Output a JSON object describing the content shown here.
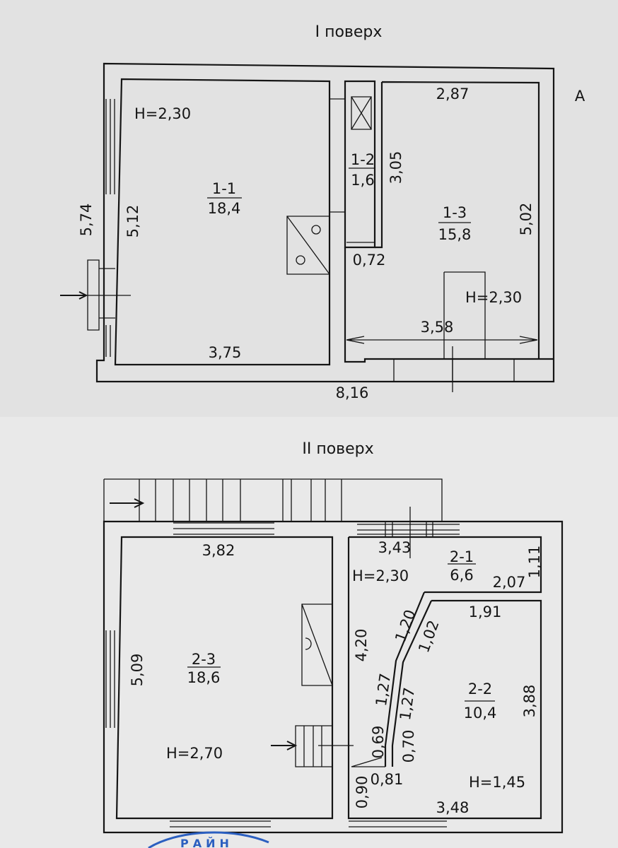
{
  "floor1": {
    "title": "I поверх",
    "axis_mark": "A",
    "rooms": [
      {
        "id": "1-1",
        "area": "18,4",
        "height": "H=2,30"
      },
      {
        "id": "1-2",
        "area": "1,6"
      },
      {
        "id": "1-3",
        "area": "15,8",
        "height": "H=2,30"
      }
    ],
    "dimensions": {
      "outer_left": "5,74",
      "room_1_1_height": "5,12",
      "room_1_1_width": "3,75",
      "room_1_2_length": "3,05",
      "room_1_2_width": "0,72",
      "room_1_3_top": "2,87",
      "room_1_3_right": "5,02",
      "room_1_3_bottom": "3,58",
      "outer_bottom": "8,16"
    }
  },
  "floor2": {
    "title": "II поверх",
    "rooms": [
      {
        "id": "2-1",
        "area": "6,6",
        "height": "H=2,30"
      },
      {
        "id": "2-2",
        "area": "10,4",
        "height": "H=1,45"
      },
      {
        "id": "2-3",
        "area": "18,6",
        "height": "H=2,70"
      }
    ],
    "dimensions": {
      "room_2_3_top": "3,82",
      "room_2_3_left": "5,09",
      "room_2_1_top": "3,43",
      "room_2_1_right": "1,11",
      "room_2_1_bottom": "2,07",
      "left_4_20": "4,20",
      "diag_1_20": "1,20",
      "diag_1_02": "1,02",
      "diag_1_27a": "1,27",
      "diag_1_27b": "1,27",
      "d_0_69": "0,69",
      "d_0_70": "0,70",
      "d_0_90": "0,90",
      "d_0_81": "0,81",
      "room_2_2_top": "1,91",
      "room_2_2_right": "3,88",
      "room_2_2_bottom": "3,48"
    }
  },
  "stamp_text": "РАЙН"
}
